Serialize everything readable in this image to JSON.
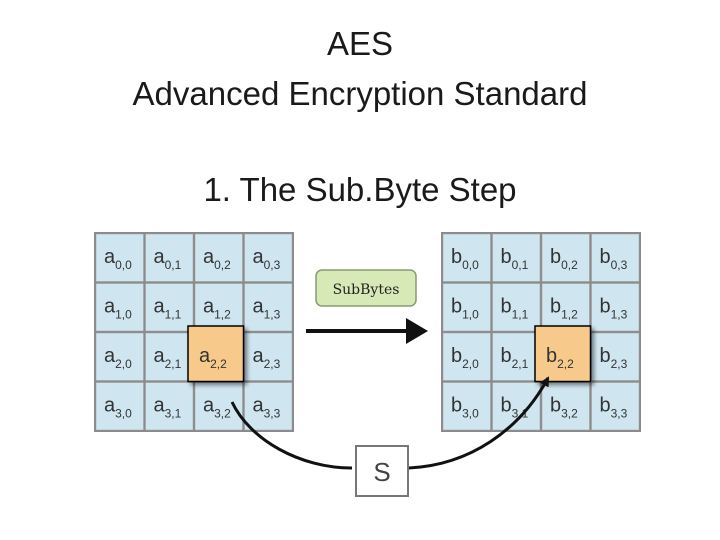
{
  "title": {
    "line1": "AES",
    "line2": "Advanced Encryption Standard",
    "step": "1. The Sub.Byte Step"
  },
  "diagram": {
    "input_letter": "a",
    "output_letter": "b",
    "input_labels": [
      [
        "0,0",
        "0,1",
        "0,2",
        "0,3"
      ],
      [
        "1,0",
        "1,1",
        "1,2",
        "1,3"
      ],
      [
        "2,0",
        "2,1",
        "2,2",
        "2,3"
      ],
      [
        "3,0",
        "3,1",
        "3,2",
        "3,3"
      ]
    ],
    "output_labels": [
      [
        "0,0",
        "0,1",
        "0,2",
        "0,3"
      ],
      [
        "1,0",
        "1,1",
        "1,2",
        "1,3"
      ],
      [
        "2,0",
        "2,1",
        "2,2",
        "2,3"
      ],
      [
        "3,0",
        "3,1",
        "3,2",
        "3,3"
      ]
    ],
    "highlight": {
      "row": 2,
      "col": 2,
      "sub": "2,2"
    },
    "operation_label": "SubBytes",
    "sbox_label": "S",
    "colors": {
      "cell_fill": "#cfe6f1",
      "cell_stroke": "#9a9a9a",
      "highlight_fill": "#f7c98a",
      "highlight_stroke": "#000000",
      "op_fill": "#d8e9b8",
      "op_stroke": "#8a9a70",
      "arrow": "#111111"
    }
  }
}
